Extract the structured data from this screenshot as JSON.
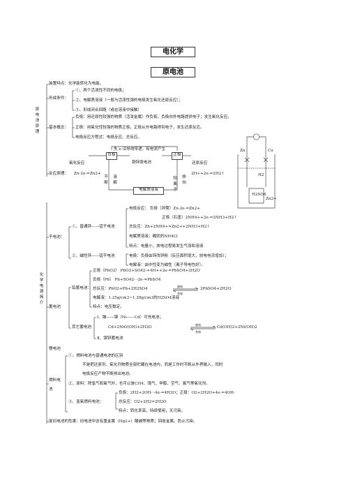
{
  "title": "电化学",
  "subtitle": "原电池",
  "galvanic": {
    "side_label": "原电池原理",
    "feature": "装置特点：化学能转化为电能。",
    "conditions_label": "形成条件：",
    "conditions": [
      "①、两个活泼性不同的电极；",
      "②、电解质溶液（一般与活泼性强的电极发生氧化还原反应）；",
      "③、形成闭合回路（或在溶液中接触）"
    ],
    "concepts_label": "基本概念：",
    "concepts": [
      "负极：用还原性较强的物质（活泼金属）作负极，负极向外电路提供电子；发生氧化反应。",
      "正极：用氧化性较强的物质正极，正极从外电路得到电子，发生还原反应。",
      "电极反应方程式：电极反应、总反应。"
    ],
    "diagram": {
      "top_note": "失 e-沿导线传递，有电流产生",
      "oxidation": "氧化反应",
      "negative": "负极",
      "device": "铜锌原电池",
      "positive": "正极",
      "reduction": "还原反应",
      "principle": "反应原理：",
      "left_eq": "Zn-2e-=Zn2+",
      "right_eq": "2H++2e-=2H2↑",
      "unceasing": "不断",
      "dissolve": "溶解",
      "cation": "阳离子",
      "migrate": "移向",
      "electrolyte": "电解质溶液"
    },
    "apparatus": {
      "cu": "Cu",
      "zn": "Zn",
      "h2": "H2",
      "acid": "H2SO4",
      "ion": "Zn2+"
    }
  },
  "chemical_power": {
    "side_label": "化学电源简介",
    "dry_label": "干电池：",
    "ordinary_label": "①、普通锌——锰干电池",
    "ordinary": [
      "电极反应：   负极（锌筒）Zn-2e-=Zn2+",
      "正极（石墨）2NH4++2e-=2NH3+H2↑",
      "总反应：Zn+2NH4+=Zn2++2NH3+H2↑",
      "电解质溶液：糊状的NH4Cl",
      "特点：电量小，放电过程易发生气涨和溶液"
    ],
    "alkaline_label": "②、碱性锌——锰干电池",
    "alkaline": [
      "电极：负极由锌改锌粉（反应面积增大，放电电流增加）；",
      "电解液：由中性变为碱性（离子导电性好）。"
    ],
    "storage_label": "蓄电池",
    "lead_label": "铅蓄电池：",
    "lead": [
      "正极（PbO2）   PbO2+SO42-+4H++2e-=PbSO4+2H2O",
      "负极（Pb）      Pb+SO42- -2e-=PbSO4",
      "总反应：PbO2+Pb+2H2SO4",
      "2PbSO4+2H2O",
      "电解液：1.25g/cm3~1.28g/cm3的H2SO4溶液",
      "特点：电压稳定。"
    ],
    "lead_arrow_top": "放电",
    "lead_arrow_bottom": "充电",
    "other_label": "其它蓄电池",
    "other": [
      "Ⅰ、镉——镍（Ni——Cd）可充电池；",
      "Cd+2NiO(OH)+2H2O",
      "Cd(OH)2+2Ni(OH)2",
      "Ⅱ、银锌蓄电池"
    ],
    "other_arrow_top": "放电",
    "other_arrow_bottom": "充电",
    "lithium": "锂电池",
    "fuel_label": "燃料电池",
    "fuel": [
      "①、燃料电池与普通电池的区别",
      "不是把还原剂、氧化剂物质全部贮藏在电池内，而是工作时不断从外界输入，同时",
      "电极反应产物不断排出电池。",
      "②、原料：除氢气和氧气外，也可以是CH4、煤气、甲醇、空气、氯气等氧化剂。"
    ],
    "h2o2_label": "③、氢氧燃料电池：",
    "h2o2": [
      "负极：2H2+2OH- -4e-=4H2O；正极：O2+2H2O+4e-=4OH-",
      "总反应：O2+2H2=2H2O",
      "特点：转化率高，持续使用，无污染。"
    ],
    "waste": "废旧电池的危害：旧电池中含有重金属（Hg2+）酸碱等物质；回收金属，防止污染。"
  }
}
